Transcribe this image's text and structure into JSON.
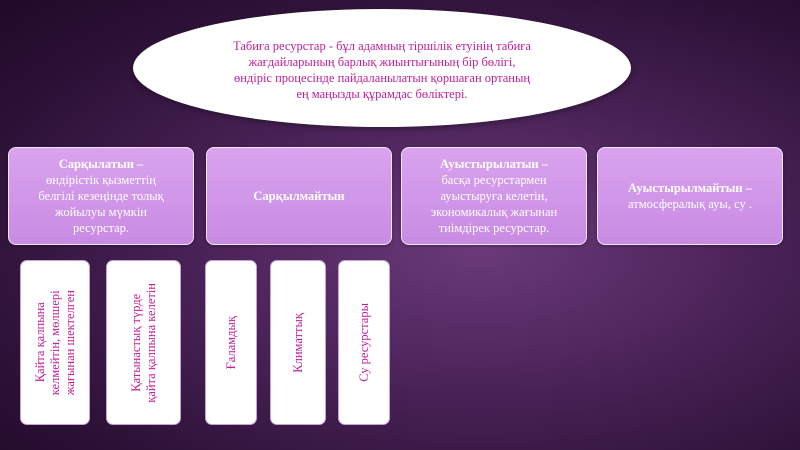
{
  "definition": {
    "line1": "Табиға ресурстар - бұл адамның тіршілік етуінің табиға",
    "line2": "жағдайларының барлық жиынтығының бір бөлігі,",
    "line3": "өндіріс процесінде пайдаланылатын қоршаған ортаның",
    "line4": "ең маңызды құрамдас бөліктері."
  },
  "categories": [
    {
      "title": "Сарқылатын –",
      "lines": [
        "өндірістік қызметтің",
        "белгілі кезеңінде толық",
        "жойылуы мүмкін",
        "ресурстар."
      ]
    },
    {
      "title": "Сарқылмайтын",
      "lines": []
    },
    {
      "title": "Ауыстырылатын –",
      "lines": [
        "басқа ресурстармен",
        "ауыстыруға келетін,",
        "экономикалық жағынан",
        "тиімдірек ресурстар."
      ]
    },
    {
      "title": "Ауыстырылмайтын –",
      "lines": [
        "атмосфералық ауы, су ."
      ]
    }
  ],
  "subcategories": [
    {
      "lines": [
        "Қайта қалпына",
        "келмейтін, мөлшері",
        "жағынан шектелген"
      ]
    },
    {
      "lines": [
        "Қатынастық түрде",
        "қайта қалпына келетін"
      ]
    },
    {
      "lines": [
        "Ғаламдық"
      ]
    },
    {
      "lines": [
        "Климаттық"
      ]
    },
    {
      "lines": [
        "Су ресурстары"
      ]
    }
  ]
}
